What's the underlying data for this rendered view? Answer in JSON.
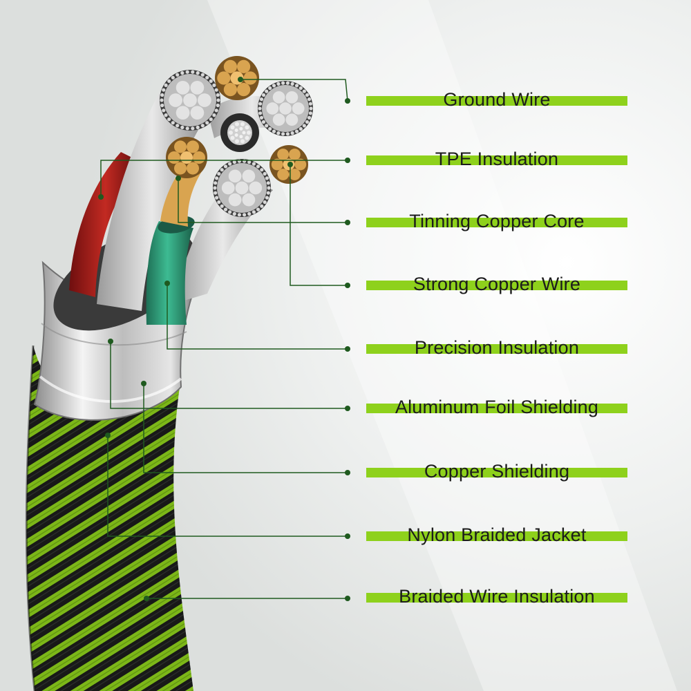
{
  "colors": {
    "accent_green": "#8ed11c",
    "jacket_black": "#1e1f1e",
    "leader_line": "#1f5a1f",
    "copper": "#d9a450",
    "silver": "#c4c4c4",
    "inner_green": "#2f9b7a",
    "inner_red": "#a61c1c"
  },
  "labels": [
    {
      "id": "ground-wire",
      "text": "Ground Wire"
    },
    {
      "id": "tpe-insulation",
      "text": "TPE Insulation"
    },
    {
      "id": "tinning-copper-core",
      "text": "Tinning Copper Core"
    },
    {
      "id": "strong-copper-wire",
      "text": "Strong Copper Wire"
    },
    {
      "id": "precision-insulation",
      "text": "Precision Insulation"
    },
    {
      "id": "aluminum-foil-shielding",
      "text": "Aluminum Foil Shielding"
    },
    {
      "id": "copper-shielding",
      "text": "Copper Shielding"
    },
    {
      "id": "nylon-braided-jacket",
      "text": "Nylon Braided Jacket"
    },
    {
      "id": "braided-wire-insulation",
      "text": "Braided Wire Insulation"
    }
  ]
}
